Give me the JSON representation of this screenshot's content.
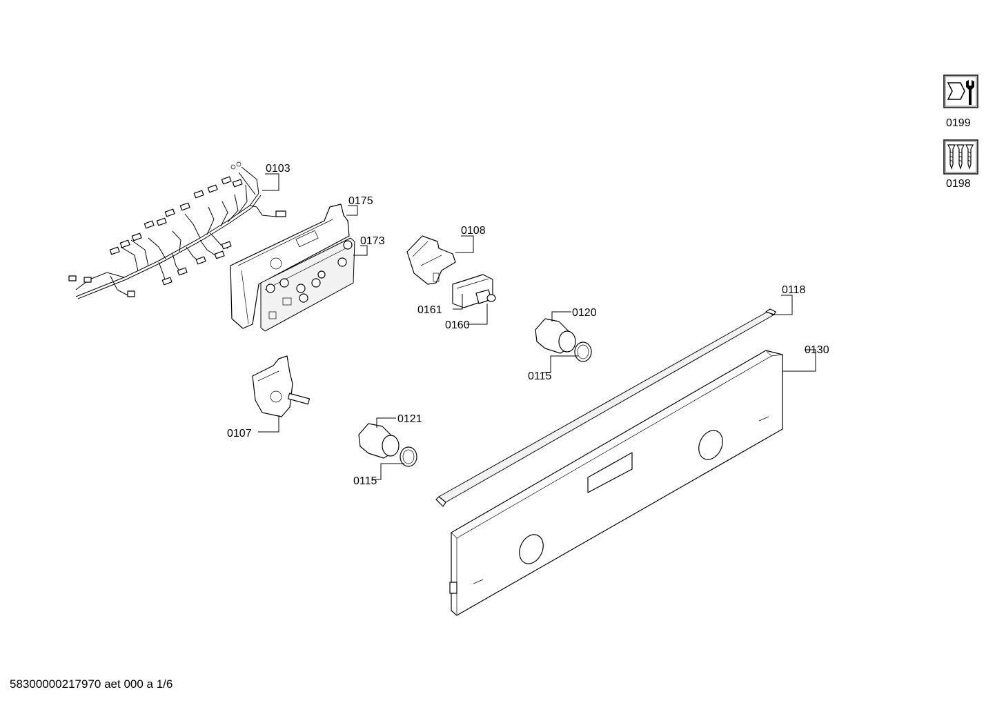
{
  "labels": {
    "p0103": "0103",
    "p0175": "0175",
    "p0173": "0173",
    "p0108": "0108",
    "p0161": "0161",
    "p0160": "0160",
    "p0120": "0120",
    "p0115a": "0115",
    "p0118": "0118",
    "p0130": "0130",
    "p0107": "0107",
    "p0121": "0121",
    "p0115b": "0115",
    "p0199": "0199",
    "p0198": "0198"
  },
  "icons": {
    "tools": "wrench-icon",
    "screws": "screws-icon"
  },
  "footer": "58300000217970 aet 000 a 1/6"
}
